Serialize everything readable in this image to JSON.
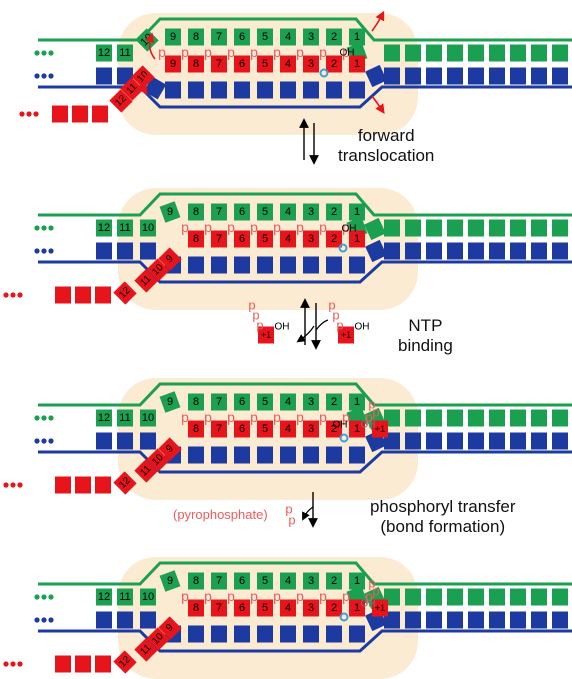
{
  "colors": {
    "template": "#1aa050",
    "rna": "#e8141c",
    "nontemplate": "#1c3aa0",
    "bubble": "#faebd2",
    "phosphate": "#ee5b5b",
    "active_site": "#3aa0dc",
    "arrow": "#e8141c"
  },
  "panels": [
    {
      "template_numbers": [
        "10",
        "9",
        "8",
        "7",
        "6",
        "5",
        "4",
        "3",
        "2",
        "1"
      ],
      "rna_numbers": [
        "9",
        "8",
        "7",
        "6",
        "5",
        "4",
        "3",
        "2",
        "1"
      ],
      "left_numbers": [
        "12",
        "11"
      ],
      "ext_numbers": [
        "10",
        "11",
        "12"
      ],
      "oh": "OH",
      "p": "p"
    },
    {
      "template_numbers": [
        "9",
        "8",
        "7",
        "6",
        "5",
        "4",
        "3",
        "2",
        "1"
      ],
      "rna_numbers": [
        "8",
        "7",
        "6",
        "5",
        "4",
        "3",
        "2",
        "1"
      ],
      "left_numbers": [
        "12",
        "11",
        "10"
      ],
      "ext_numbers": [
        "9",
        "10",
        "11",
        "12"
      ],
      "oh": "OH",
      "p": "p"
    },
    {
      "template_numbers": [
        "9",
        "8",
        "7",
        "6",
        "5",
        "4",
        "3",
        "2",
        "1"
      ],
      "rna_numbers": [
        "8",
        "7",
        "6",
        "5",
        "4",
        "3",
        "2",
        "1",
        "+1"
      ],
      "left_numbers": [
        "12",
        "11",
        "10"
      ],
      "ext_numbers": [
        "9",
        "10",
        "11",
        "12"
      ],
      "oh": "OH",
      "p": "p"
    },
    {
      "template_numbers": [
        "9",
        "8",
        "7",
        "6",
        "5",
        "4",
        "3",
        "2",
        "1"
      ],
      "rna_numbers": [
        "8",
        "7",
        "6",
        "5",
        "4",
        "3",
        "2",
        "1",
        "+1"
      ],
      "left_numbers": [
        "12",
        "11",
        "10"
      ],
      "ext_numbers": [
        "9",
        "10",
        "11",
        "12"
      ],
      "oh": "OH",
      "p": "p"
    }
  ],
  "steps": {
    "forward_line1": "forward",
    "forward_line2": "translocation",
    "ntp_line1": "NTP",
    "ntp_line2": "binding",
    "phos_line1": "phosphoryl transfer",
    "phos_line2": "(bond formation)",
    "pyrophosphate": "(pyrophosphate)"
  },
  "ntp": {
    "number": "+1",
    "oh": "OH",
    "p": "p"
  }
}
